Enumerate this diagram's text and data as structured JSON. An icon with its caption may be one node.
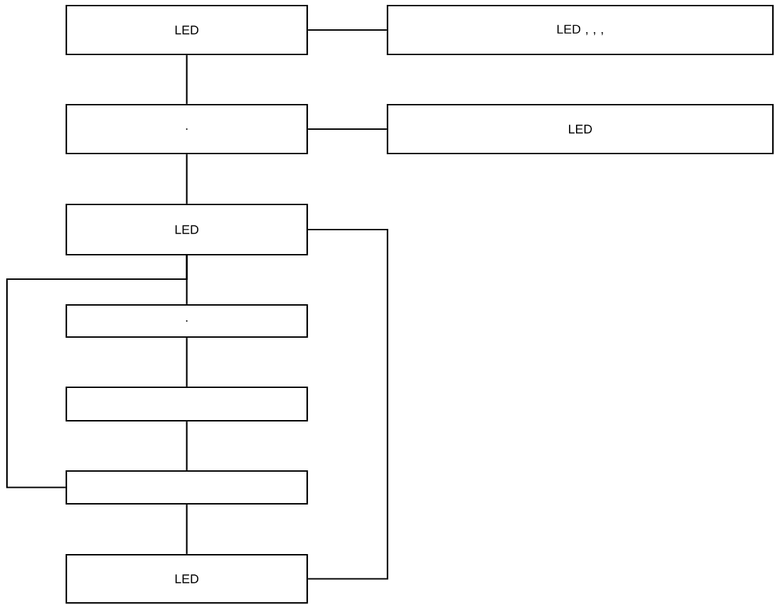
{
  "diagram": {
    "nodes": [
      {
        "text": [
          "LED"
        ]
      },
      {
        "text": [
          "LED , , ,"
        ]
      },
      {
        "text": [
          "."
        ]
      },
      {
        "text": [
          "LED"
        ]
      },
      {
        "text": [
          "LED"
        ]
      },
      {
        "text": [
          "."
        ]
      },
      {
        "text": [],
        "shape": "box"
      },
      {
        "text": [],
        "shape": "box"
      },
      {
        "text": [
          "LED"
        ]
      }
    ],
    "edges": [
      {
        "from": 0,
        "to": 1,
        "arrow": "none"
      },
      {
        "from": 0,
        "to": 2,
        "arrow": "none"
      },
      {
        "from": 2,
        "to": 3,
        "arrow": "none"
      },
      {
        "from": 2,
        "to": 4,
        "arrow": "none"
      },
      {
        "from": 4,
        "to": 5,
        "arrow": "none"
      },
      {
        "from": 4,
        "to": 7,
        "arrow": "none"
      },
      {
        "from": 4,
        "to": 8,
        "arrow": "none"
      },
      {
        "from": 5,
        "to": 6,
        "arrow": "none"
      },
      {
        "from": 6,
        "to": 7,
        "arrow": "none"
      },
      {
        "from": 7,
        "to": 8,
        "arrow": "none"
      }
    ]
  }
}
